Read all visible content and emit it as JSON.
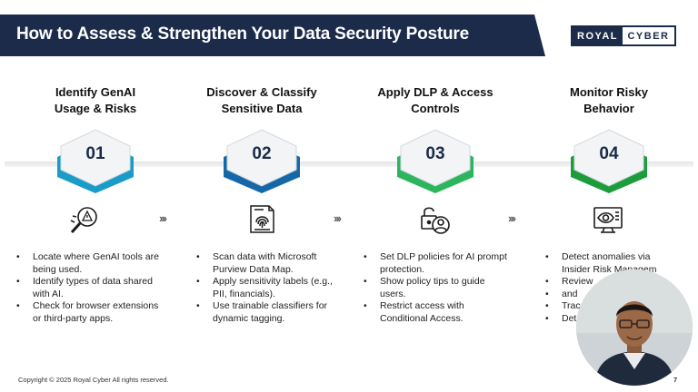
{
  "header": {
    "title": "How to Assess & Strengthen Your Data Security Posture",
    "logo_left": "ROYAL",
    "logo_right": "CYBER"
  },
  "steps": [
    {
      "number": "01",
      "title_line1": "Identify GenAI",
      "title_line2": "Usage & Risks",
      "icon": "magnifier-warning-icon",
      "bullets": [
        "Locate where GenAI tools are being used.",
        "Identify types of data shared with AI.",
        "Check for browser extensions or third-party apps."
      ]
    },
    {
      "number": "02",
      "title_line1": "Discover & Classify",
      "title_line2": "Sensitive Data",
      "icon": "fingerprint-document-icon",
      "bullets": [
        "Scan data with Microsoft Purview Data Map.",
        "Apply sensitivity labels (e.g., PII, financials).",
        "Use trainable classifiers for dynamic tagging."
      ]
    },
    {
      "number": "03",
      "title_line1": "Apply DLP & Access",
      "title_line2": "Controls",
      "icon": "lock-user-icon",
      "bullets": [
        "Set DLP policies for AI prompt protection.",
        "Show policy tips to guide users.",
        "Restrict access with Conditional Access."
      ]
    },
    {
      "number": "04",
      "title_line1": "Monitor Risky",
      "title_line2": "Behavior",
      "icon": "eye-monitor-icon",
      "bullets": [
        "Detect anomalies via Insider Risk Managem",
        "Review",
        "and",
        "Trac",
        "Det"
      ]
    }
  ],
  "colors": {
    "navy": "#1c2b4a",
    "step1": "#1a9cc8",
    "step2": "#1468a8",
    "step3": "#2db55d",
    "step4": "#1d9c3c"
  },
  "arrow_glyph": "›››",
  "footer": {
    "copyright": "Copyright © 2025 Royal Cyber  All rights reserved.",
    "page": "7"
  }
}
